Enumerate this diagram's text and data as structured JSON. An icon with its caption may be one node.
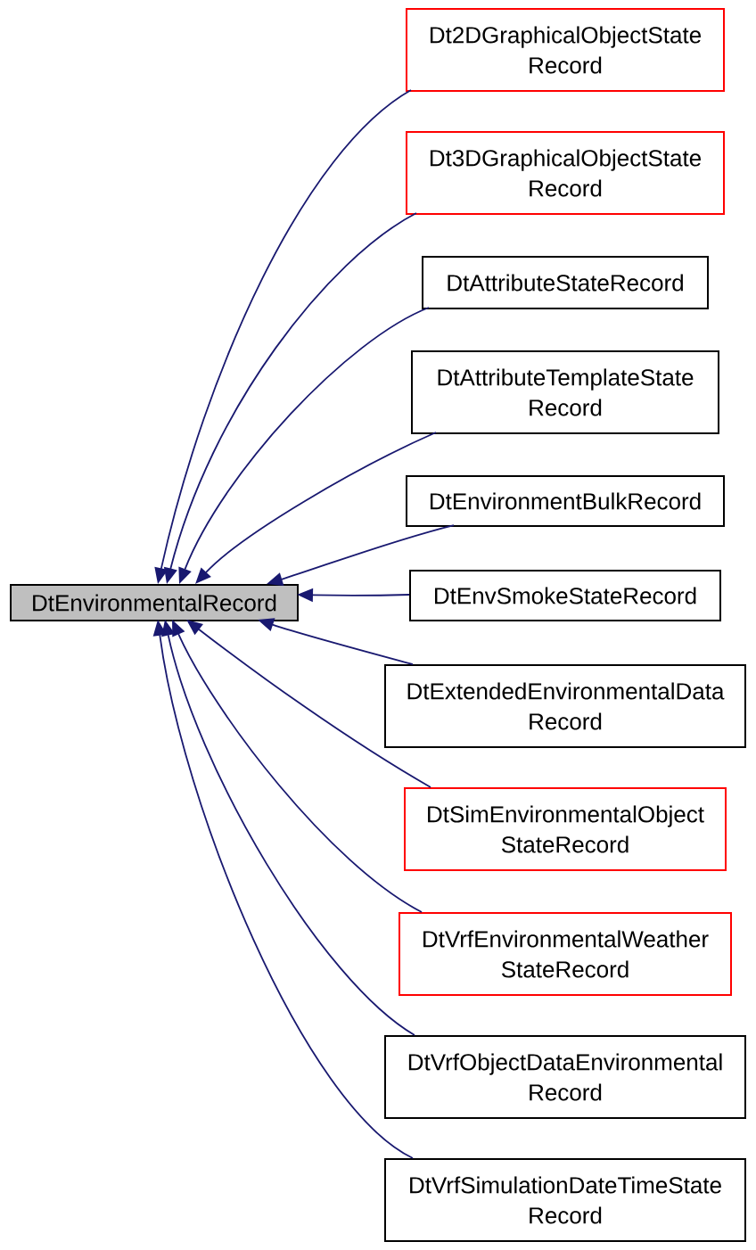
{
  "diagram": {
    "nodes": [
      {
        "text": [
          "DtEnvironmentalRecord"
        ]
      },
      {
        "text": [
          "Dt2DGraphicalObjectState Record"
        ]
      },
      {
        "text": [
          "Dt3DGraphicalObjectState Record"
        ]
      },
      {
        "text": [
          "DtAttributeStateRecord"
        ]
      },
      {
        "text": [
          "DtAttributeTemplateState Record"
        ]
      },
      {
        "text": [
          "DtEnvironmentBulkRecord"
        ]
      },
      {
        "text": [
          "DtEnvSmokeStateRecord"
        ]
      },
      {
        "text": [
          "DtExtendedEnvironmentalData Record"
        ]
      },
      {
        "text": [
          "DtSimEnvironmentalObject StateRecord"
        ]
      },
      {
        "text": [
          "DtVrfEnvironmentalWeather StateRecord"
        ]
      },
      {
        "text": [
          "DtVrfObjectDataEnvironmental Record"
        ]
      },
      {
        "text": [
          "DtVrfSimulationDateTimeState Record"
        ]
      }
    ],
    "edges": [
      {
        "from": 1,
        "to": 0,
        "arrow": "to"
      },
      {
        "from": 2,
        "to": 0,
        "arrow": "to"
      },
      {
        "from": 3,
        "to": 0,
        "arrow": "to"
      },
      {
        "from": 4,
        "to": 0,
        "arrow": "to"
      },
      {
        "from": 5,
        "to": 0,
        "arrow": "to"
      },
      {
        "from": 6,
        "to": 0,
        "arrow": "to"
      },
      {
        "from": 7,
        "to": 0,
        "arrow": "to"
      },
      {
        "from": 8,
        "to": 0,
        "arrow": "to"
      },
      {
        "from": 9,
        "to": 0,
        "arrow": "to"
      },
      {
        "from": 10,
        "to": 0,
        "arrow": "to"
      },
      {
        "from": 11,
        "to": 0,
        "arrow": "to"
      }
    ]
  }
}
